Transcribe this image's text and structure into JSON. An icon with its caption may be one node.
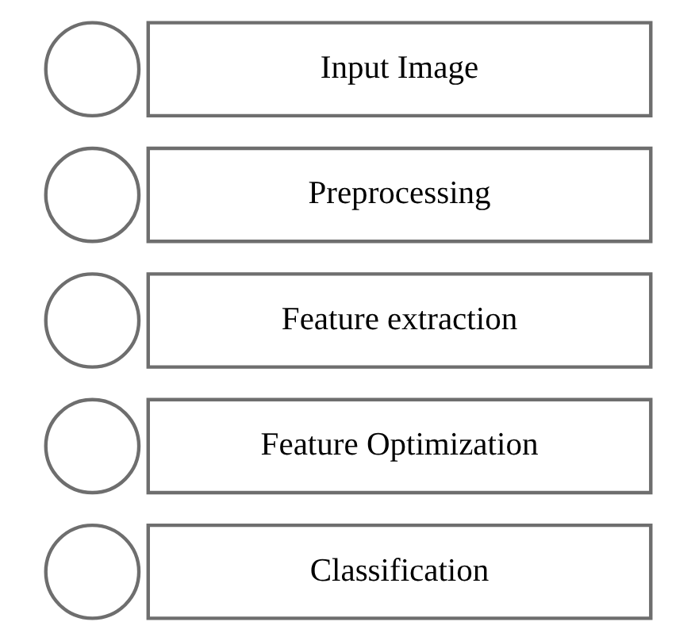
{
  "diagram": {
    "nodes": [
      {
        "text": [],
        "shape": "circle"
      },
      {
        "text": [
          "Input Image"
        ]
      },
      {
        "text": [],
        "shape": "circle"
      },
      {
        "text": [
          "Preprocessing"
        ]
      },
      {
        "text": [],
        "shape": "circle"
      },
      {
        "text": [
          "Feature extraction"
        ]
      },
      {
        "text": [],
        "shape": "circle"
      },
      {
        "text": [
          "Feature Optimization"
        ]
      },
      {
        "text": [],
        "shape": "circle"
      },
      {
        "text": [
          "Classification"
        ]
      }
    ]
  }
}
